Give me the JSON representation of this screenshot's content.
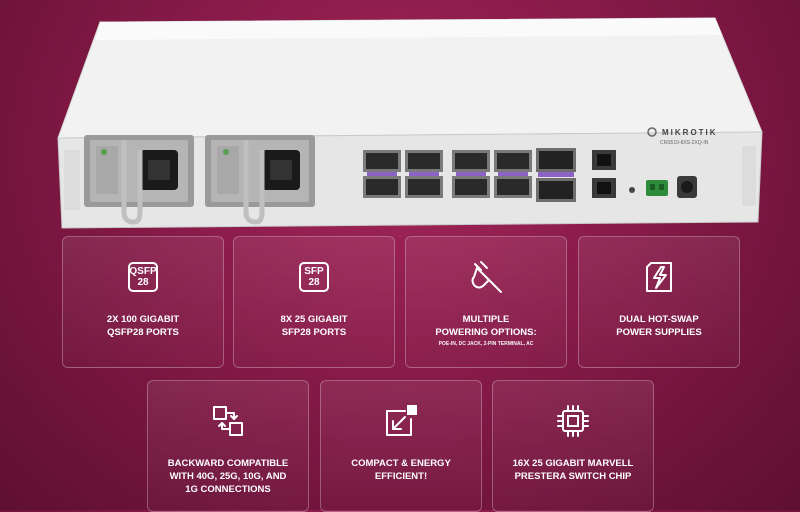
{
  "device": {
    "brand": "MIKROTIK",
    "model": "CRS510-8XS-2XQ-IN",
    "colors": {
      "chassis": "#eeeeee",
      "accent_purple": "#8e63c7",
      "power_green": "#2e8b3a"
    }
  },
  "features": [
    {
      "icon": "qsfp28-icon",
      "icon_text": [
        "QSFP",
        "28"
      ],
      "lines": [
        "2X 100 GIGABIT",
        "QSFP28 PORTS"
      ]
    },
    {
      "icon": "sfp28-icon",
      "icon_text": [
        "SFP",
        "28"
      ],
      "lines": [
        "8X 25 GIGABIT",
        "SFP28 PORTS"
      ]
    },
    {
      "icon": "power-plug-icon",
      "lines": [
        "MULTIPLE",
        "POWERING OPTIONS:"
      ],
      "sub": "POE-IN, DC JACK, 2-PIN TERMINAL, AC"
    },
    {
      "icon": "hot-swap-power-icon",
      "lines": [
        "DUAL HOT-SWAP",
        "POWER SUPPLIES"
      ]
    },
    {
      "icon": "backward-compatible-icon",
      "lines": [
        "BACKWARD COMPATIBLE",
        "WITH 40G, 25G, 10G, AND",
        "1G CONNECTIONS"
      ]
    },
    {
      "icon": "compact-energy-icon",
      "lines": [
        "COMPACT & ENERGY",
        "EFFICIENT!"
      ]
    },
    {
      "icon": "switch-chip-icon",
      "lines": [
        "16X 25 GIGABIT MARVELL",
        "PRESTERA SWITCH CHIP"
      ]
    }
  ],
  "colors": {
    "background": "#861a48",
    "text": "#ffffff",
    "card_border": "rgba(255,255,255,0.28)"
  }
}
